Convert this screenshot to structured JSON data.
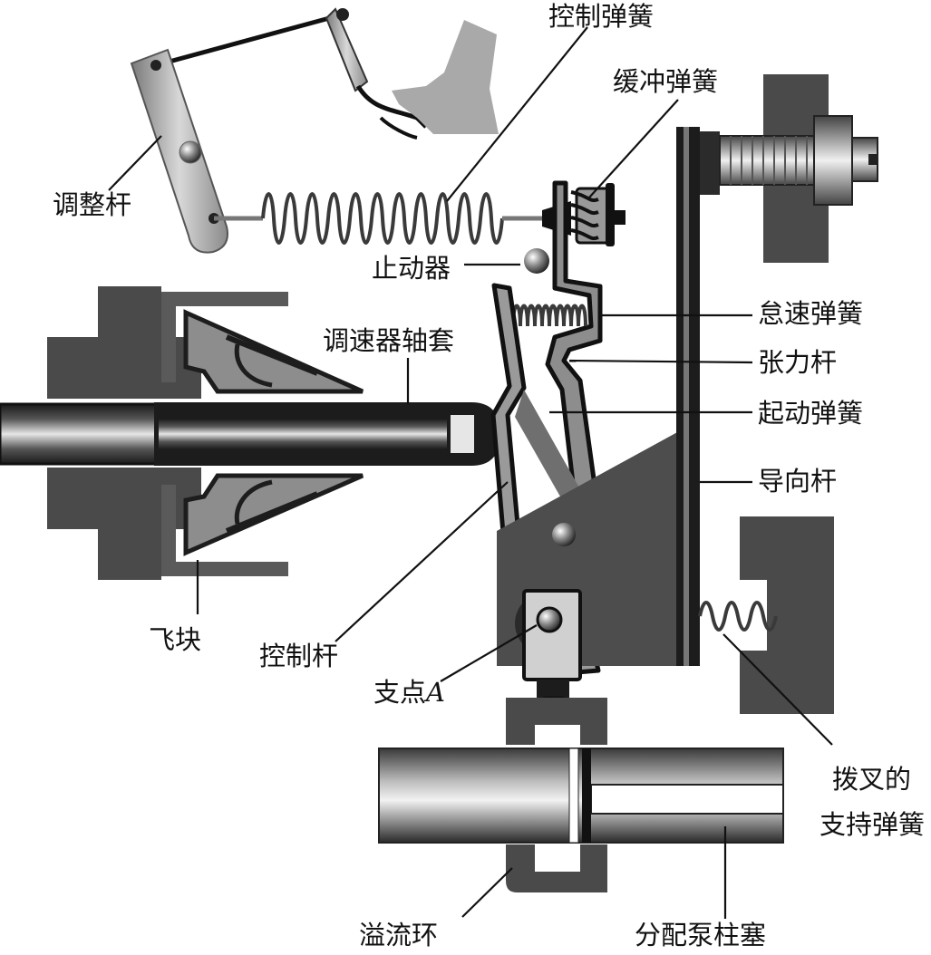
{
  "labels": {
    "control_spring": "控制弹簧",
    "buffer_spring": "缓冲弹簧",
    "adjust_lever": "调整杆",
    "stopper": "止动器",
    "governor_sleeve": "调速器轴套",
    "idle_spring": "怠速弹簧",
    "tension_lever": "张力杆",
    "start_spring": "起动弹簧",
    "guide_lever": "导向杆",
    "flyweight": "飞块",
    "control_lever": "控制杆",
    "pivot_prefix": "支点",
    "pivot_letter": "A",
    "fork_support_spring_line1": "拨叉的",
    "fork_support_spring_line2": "支持弹簧",
    "spill_ring": "溢流环",
    "pump_plunger": "分配泵柱塞"
  }
}
